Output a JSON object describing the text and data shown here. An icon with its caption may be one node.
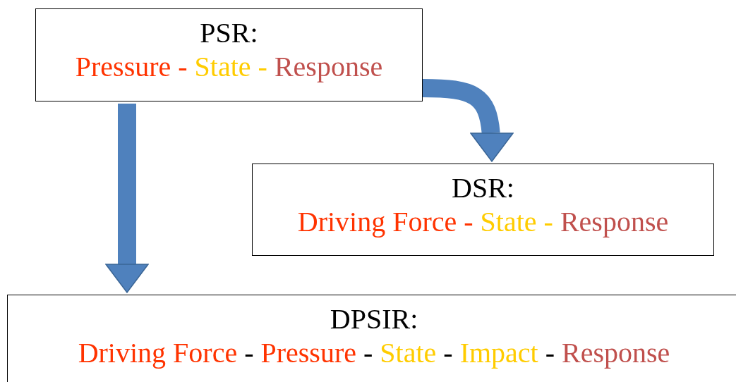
{
  "diagram": {
    "nodes": [
      {
        "text": [
          "PSR:",
          "Pressure - State - Response"
        ]
      },
      {
        "text": [
          "DSR:",
          "Driving Force - State - Response"
        ]
      },
      {
        "text": [
          "DPSIR:",
          "Driving Force - Pressure - State - Impact - Response"
        ]
      }
    ],
    "edges": [
      {
        "from": 0,
        "to": 1,
        "arrow": "to"
      },
      {
        "from": 0,
        "to": 2,
        "arrow": "to"
      }
    ]
  }
}
